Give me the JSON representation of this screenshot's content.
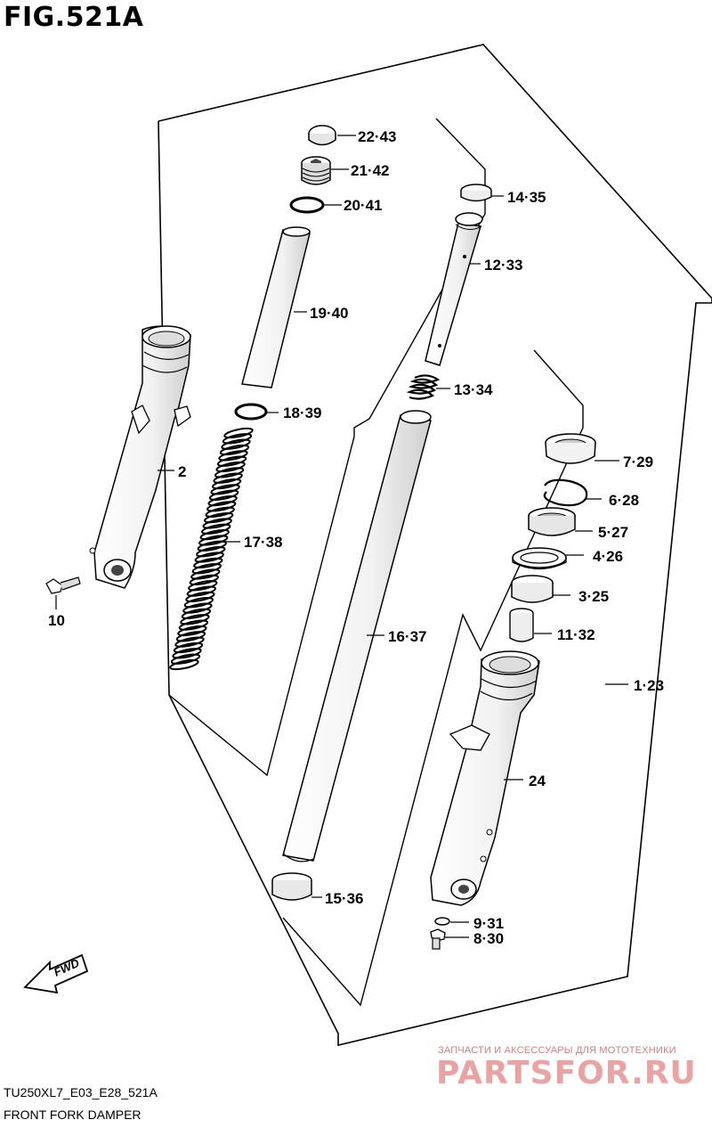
{
  "figure_title": "FIG.521A",
  "footer": {
    "model_code": "TU250XL7_E03_E28_521A",
    "diagram_name": "FRONT FORK DAMPER"
  },
  "fwd_label": "FWD",
  "watermark": {
    "tagline": "ЗАПЧАСТИ И АКСЕССУАРЫ ДЛЯ МОТОТЕХНИКИ",
    "brand": "PARTSFOR.RU"
  },
  "callouts": {
    "p22_43": "22·43",
    "p21_42": "21·42",
    "p20_41": "20·41",
    "p19_40": "19·40",
    "p18_39": "18·39",
    "p17_38": "17·38",
    "p2": "2",
    "p10": "10",
    "p14_35": "14·35",
    "p12_33": "12·33",
    "p13_34": "13·34",
    "p16_37": "16·37",
    "p15_36": "15·36",
    "p7_29": "7·29",
    "p6_28": "6·28",
    "p5_27": "5·27",
    "p4_26": "4·26",
    "p3_25": "3·25",
    "p11_32": "11·32",
    "p1_23": "1·23",
    "p24": "24",
    "p9_31": "9·31",
    "p8_30": "8·30"
  }
}
